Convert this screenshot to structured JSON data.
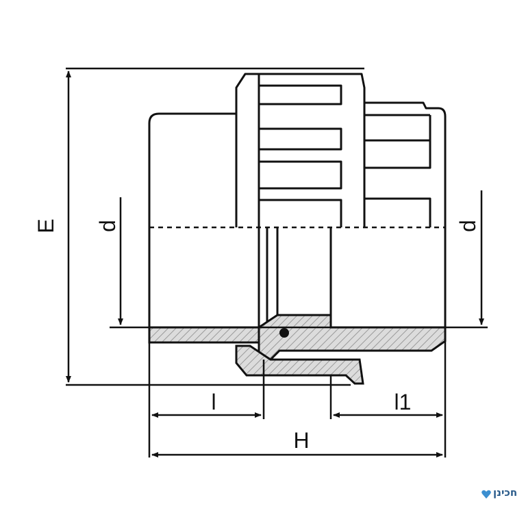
{
  "labels": {
    "E": "E",
    "d_left": "d",
    "d_right": "d",
    "l": "l",
    "l1": "l1",
    "H": "H"
  },
  "watermark": {
    "text": "חכינן",
    "icon": "heart-diamond-icon"
  },
  "colors": {
    "line": "#111111",
    "hatch_fill": "#d9d9d9",
    "logo": "#2a5b8a"
  }
}
